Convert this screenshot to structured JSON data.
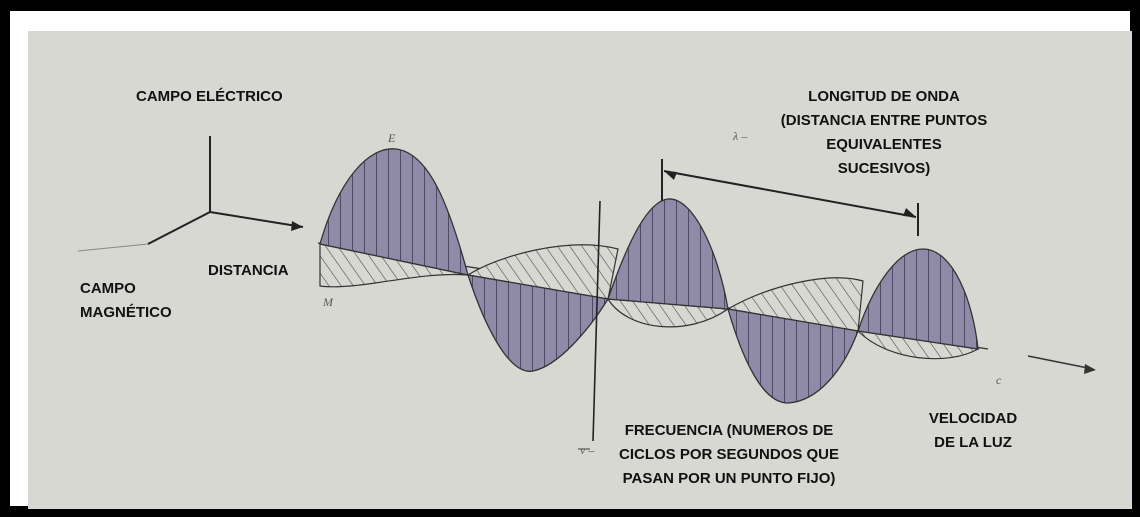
{
  "colors": {
    "background": "#d8d8d3",
    "frame": "#000000",
    "wave_fill": "#8f8aa8",
    "hatch": "#4a4a4a",
    "text": "#111111"
  },
  "labels": {
    "campo_electrico": "CAMPO ELÉCTRICO",
    "campo_magnetico_line1": "CAMPO",
    "campo_magnetico_line2": "MAGNÉTICO",
    "distancia": "DISTANCIA",
    "longitud_line1": "LONGITUD DE ONDA",
    "longitud_line2": "(DISTANCIA ENTRE PUNTOS",
    "longitud_line3": "EQUIVALENTES",
    "longitud_line4": "SUCESIVOS)",
    "frecuencia_line1": "FRECUENCIA (NUMEROS DE",
    "frecuencia_line2": "CICLOS POR SEGUNDOS QUE",
    "frecuencia_line3": "PASAN POR UN PUNTO FIJO)",
    "velocidad_line1": "VELOCIDAD",
    "velocidad_line2": "DE LA LUZ"
  },
  "symbols": {
    "e": "E",
    "m": "M",
    "lambda": "λ –",
    "c": "c",
    "v": "v –"
  }
}
